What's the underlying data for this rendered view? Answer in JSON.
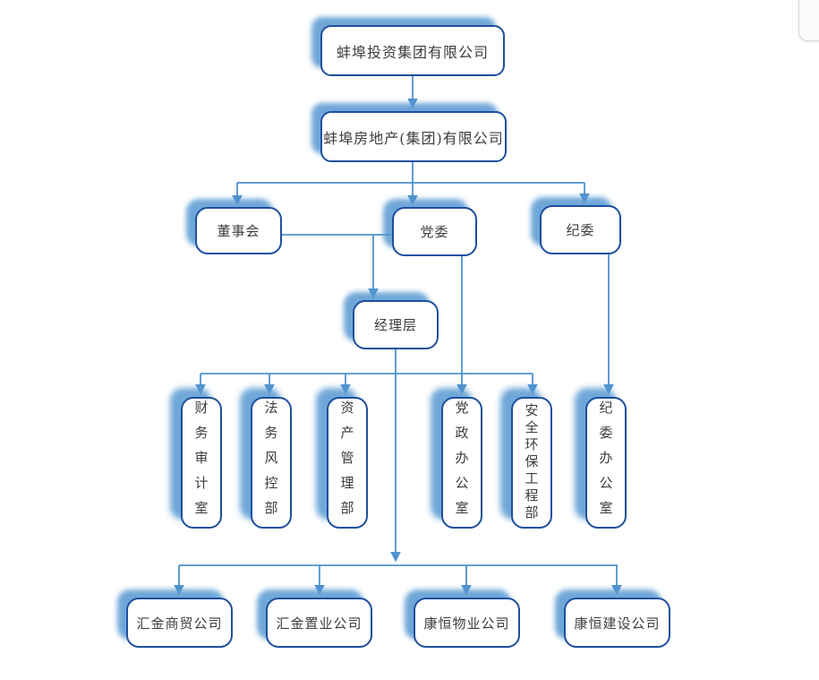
{
  "diagram": {
    "type": "org-chart",
    "nodes": {
      "root": {
        "label": "蚌埠投资集团有限公司"
      },
      "real_estate": {
        "label": "蚌埠房地产(集团)有限公司"
      },
      "board": {
        "label": "董事会"
      },
      "party": {
        "label": "党委"
      },
      "discipline": {
        "label": "纪委"
      },
      "management": {
        "label": "经理层"
      },
      "finance_audit": {
        "label": "财务审计室"
      },
      "legal_risk": {
        "label": "法务风控部"
      },
      "asset_mgmt": {
        "label": "资产管理部"
      },
      "party_gov_office": {
        "label": "党政办公室"
      },
      "safety_env_eng": {
        "label": "安全环保工程部"
      },
      "discipline_office": {
        "label": "纪委办公室"
      },
      "huijin_trading": {
        "label": "汇金商贸公司"
      },
      "huijin_realty": {
        "label": "汇金置业公司"
      },
      "kangheng_property": {
        "label": "康恒物业公司"
      },
      "kangheng_construction": {
        "label": "康恒建设公司"
      }
    },
    "edges": [
      {
        "from": "root",
        "to": "real_estate"
      },
      {
        "from": "real_estate",
        "to": "board"
      },
      {
        "from": "real_estate",
        "to": "party"
      },
      {
        "from": "real_estate",
        "to": "discipline"
      },
      {
        "from": "board",
        "to": "management"
      },
      {
        "from": "party",
        "to": "management"
      },
      {
        "from": "party",
        "to": "party_gov_office"
      },
      {
        "from": "discipline",
        "to": "discipline_office"
      },
      {
        "from": "management",
        "to": "finance_audit"
      },
      {
        "from": "management",
        "to": "legal_risk"
      },
      {
        "from": "management",
        "to": "asset_mgmt"
      },
      {
        "from": "management",
        "to": "safety_env_eng"
      },
      {
        "from": "management",
        "to": "huijin_trading"
      },
      {
        "from": "management",
        "to": "huijin_realty"
      },
      {
        "from": "management",
        "to": "kangheng_property"
      },
      {
        "from": "management",
        "to": "kangheng_construction"
      }
    ],
    "colors": {
      "box_border": "#1e4f9e",
      "box_fill": "#ffffff",
      "shadow": "#5b9bd5",
      "connector": "#4e92cf",
      "text": "#3d3d3d"
    }
  }
}
